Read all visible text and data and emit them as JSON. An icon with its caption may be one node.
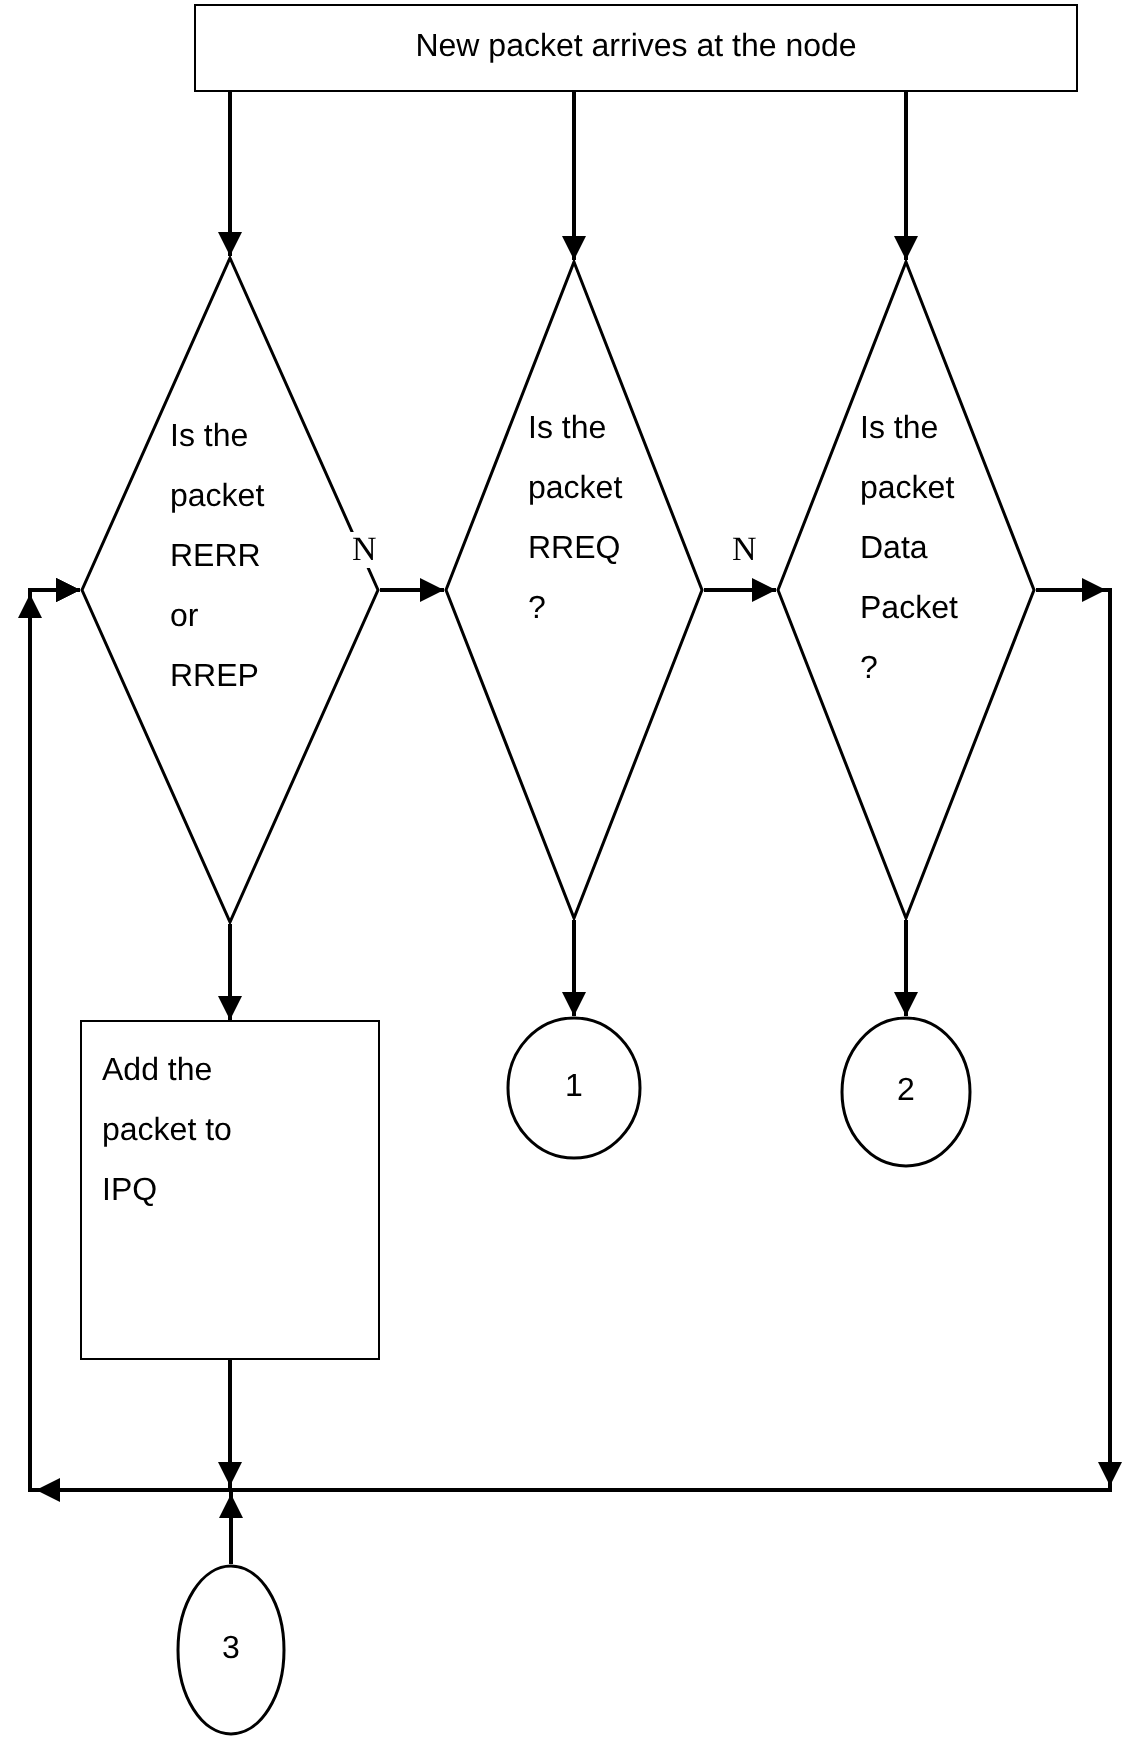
{
  "diagram": {
    "nodes": [
      {
        "text": [
          "New packet arrives at the node"
        ]
      },
      {
        "text": [
          "Is the packet RERR or RREP"
        ]
      },
      {
        "text": [
          "Is the packet RREQ ?"
        ]
      },
      {
        "text": [
          "Is the packet Data Packet ?"
        ]
      },
      {
        "text": [
          "Add the packet to IPQ"
        ]
      },
      {
        "text": [
          "1"
        ]
      },
      {
        "text": [
          "2"
        ]
      },
      {
        "text": [
          "3"
        ]
      }
    ],
    "edges": [
      {
        "from": 0,
        "to": 1,
        "arrow": "to"
      },
      {
        "from": 0,
        "to": 2,
        "arrow": "to"
      },
      {
        "from": 0,
        "to": 3,
        "arrow": "to"
      },
      {
        "from": 1,
        "to": 2,
        "arrow": "to",
        "label": "N"
      },
      {
        "from": 2,
        "to": 3,
        "arrow": "to",
        "label": "N"
      },
      {
        "from": 1,
        "to": 4,
        "arrow": "to"
      },
      {
        "from": 2,
        "to": 5,
        "arrow": "to"
      },
      {
        "from": 3,
        "to": 6,
        "arrow": "to"
      },
      {
        "from": 3,
        "to": 1,
        "arrow": "to"
      },
      {
        "from": 4,
        "to": 1,
        "arrow": "to"
      },
      {
        "from": 7,
        "to": 1,
        "arrow": "to"
      }
    ]
  }
}
